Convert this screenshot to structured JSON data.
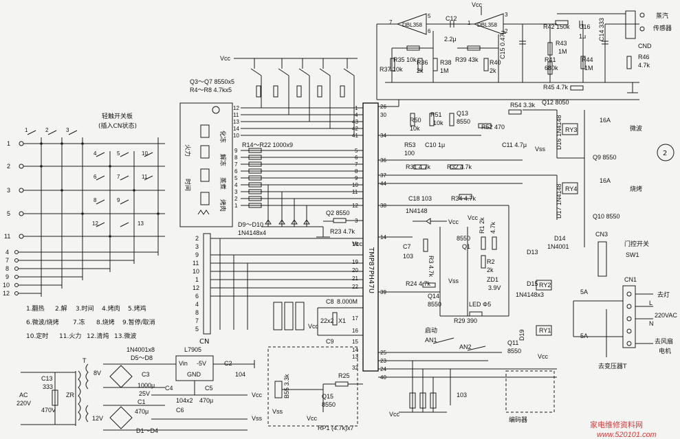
{
  "diagram": {
    "figure_number": "2",
    "watermark_cn": "家电维修资料网",
    "watermark_url": "www.520101.com",
    "ic_label": "TMP87PH47U",
    "keypad": {
      "title": "轻触开关板",
      "subtitle": "(插入CN状态)",
      "row_pins": [
        "1",
        "2",
        "3",
        "5",
        "11"
      ],
      "switch_labels": [
        "1",
        "2",
        "3",
        "4",
        "5",
        "6",
        "7",
        "8",
        "9",
        "10",
        "11",
        "12",
        "13"
      ],
      "cn_pins": [
        "4",
        "7",
        "8",
        "9",
        "10",
        "12"
      ],
      "legend": [
        "1.翻热",
        "2.解",
        "3.时间",
        "4.烤肉",
        "5.烤鸡",
        "6.微波/烧烤",
        "7.冻",
        "8.烧烤",
        "9.暂停/取消",
        "10.定时",
        "11.火力",
        "12.清炖",
        "13.微波"
      ]
    },
    "cn_label": "CN",
    "cn_left_pins": [
      "2",
      "3",
      "9",
      "11",
      "10",
      "1",
      "12",
      "6",
      "4",
      "8",
      "7",
      "5"
    ],
    "display": {
      "labels": [
        "化冻",
        "解冻",
        "蒸煮",
        "烤肉",
        "火力",
        "时间"
      ],
      "top_pins": [
        "12",
        "11",
        "13",
        "14",
        "10"
      ],
      "seg_pins": [
        "9",
        "8",
        "7",
        "6",
        "5",
        "4",
        "3",
        "2",
        "1"
      ]
    },
    "transistors_q3_q7": "Q3～Q7  8550x5",
    "resistors_r4_r8": "R4～R8  4.7kx5",
    "resistors_r14_r22": "R14～R22  1000x9",
    "diodes_d9_d10": "D9～D10",
    "diodes_type": "1N4148x4",
    "q2": "Q2  8550",
    "r23": "R23  4.7k",
    "vcc": "Vcc",
    "vss": "Vss",
    "gnd": "GND",
    "ic_left_pins": [
      "1",
      "4",
      "43",
      "42",
      "41",
      "5",
      "6",
      "7",
      "8",
      "9",
      "10",
      "11",
      "12",
      "3",
      "18",
      "19",
      "20",
      "21",
      "22",
      "17",
      "16",
      "15",
      "14",
      "13",
      "32"
    ],
    "ic_right_pins": [
      "26",
      "30",
      "34",
      "36",
      "37",
      "44",
      "38",
      "14",
      "39",
      "25",
      "23",
      "24",
      "40"
    ],
    "crystal": {
      "c8": "C8",
      "freq": "8.000M",
      "c9": "C9",
      "x1": "X1",
      "cap": "22x2"
    },
    "sensor_amp": {
      "ic1": "DBL358",
      "ic2": "DBL358",
      "pins": [
        "7",
        "5",
        "6",
        "3",
        "1",
        "2"
      ],
      "c12": "C12",
      "c12_val": "2.2μ",
      "r35": "R35  10k",
      "r37": "R37  10k",
      "r36": "R36",
      "r36_val": "2k",
      "r38": "R38",
      "r38_val": "1M",
      "r39": "R39  43k",
      "r40": "R40",
      "r40_val": "2k",
      "c15": "C15  0.47μ",
      "r42": "R42  150k",
      "c16": "C16",
      "c16_val": "1μ",
      "r43": "R43",
      "r43_val": "1M",
      "r41": "R41",
      "r41_val": "680k",
      "r44": "R44",
      "r44_val": "1M",
      "c14": "C14  333",
      "r46": "R46",
      "r46_val": "4.7k",
      "r45": "R45  4.7k",
      "cnd": "CND",
      "sensor_cn": "蒸汽",
      "sensor_cn2": "传感器"
    },
    "right_section": {
      "r50": "R50",
      "r50_val": "10k",
      "r51": "R51",
      "r51_val": "10k",
      "q13": "Q13",
      "q13_val": "8550",
      "r53": "R53",
      "r53_val": "100",
      "c10": "C10  1μ",
      "r54": "R54  3.3k",
      "q12": "Q12  8050",
      "r52": "R52  470",
      "c11": "C11  4.7μ",
      "d16": "D16  1N4148",
      "ry3": "RY3",
      "relay_16a": "16A",
      "microwave": "微波",
      "q9": "Q9  8550",
      "r31": "R31  4.7k",
      "r32": "R32  4.7k",
      "c18": "C18  103",
      "r34": "R34  4.7k",
      "d17": "D17  1N4148",
      "ry4": "RY4",
      "relay_16a_2": "16A",
      "grill": "烧烤",
      "q10": "Q10  8550",
      "d14": "D14",
      "d14_val": "1N4001",
      "cn3": "CN3",
      "door_switch": "门控开关",
      "sw1": "SW1",
      "d13": "D13",
      "d15": "D15",
      "ry2": "RY2",
      "diodes_x3": "1N4148x3",
      "ry1": "RY1",
      "q11": "Q11",
      "q11_val": "8550",
      "d19": "D19",
      "d_1n4148": "1N4148",
      "c7": "C7",
      "c7_val": "103",
      "r3": "R3  4.7k",
      "q1": "Q1",
      "q1_val": "8550",
      "r1": "R1  2k",
      "r_4_7k": "4.7k",
      "r2": "R2",
      "r2_val": "2k",
      "zd1": "ZD1",
      "zd1_val": "3.9V",
      "r24": "R24  4.7k",
      "q14": "Q14",
      "q14_val": "8550",
      "led": "LED  Φ5",
      "r29": "R29  390",
      "start": "启动",
      "an1": "AN1",
      "an2": "AN2",
      "c_103": "103",
      "encoder": "编码器",
      "fuse_5a": "5A",
      "fuse_5a_2": "5A",
      "cn1": "CN1",
      "to_lamp": "去灯",
      "l": "L",
      "ac220": "220VAC",
      "n": "N",
      "to_fan": "去风扇",
      "motor": "电机",
      "to_transformer": "去变压器T"
    },
    "power": {
      "diodes_d5_d8": "1N4001x8",
      "d5_d8": "D5～D8",
      "l7905": "L7905",
      "vin": "Vin",
      "out": "-5V",
      "c2": "C2",
      "c2_val": "104",
      "c3": "C3",
      "c3_val": "1000μ",
      "c3_v": "25V",
      "c4": "C4",
      "c4_val": "104x2",
      "c5": "C5",
      "c5_val": "470μ",
      "c6": "C6",
      "c1": "C1",
      "c1_val": "470μ",
      "v8": "8V",
      "v12": "12V",
      "t": "T",
      "d1_d4": "D1～D4",
      "c13": "C13",
      "c13_val": "333",
      "zr": "ZR",
      "zr_val": "470V",
      "ac": "AC",
      "ac_val": "220V"
    },
    "buzzer": {
      "r25": "R25",
      "b55": "B55 3.3k",
      "q15": "Q15",
      "q15_val": "8550"
    },
    "rp1": "RP1  (4.7k)x7"
  }
}
